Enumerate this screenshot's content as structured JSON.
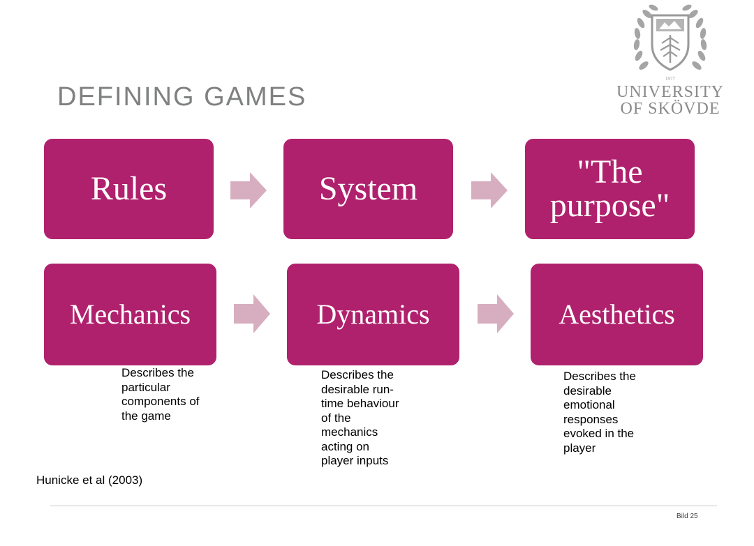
{
  "slide": {
    "title": "DEFINING GAMES",
    "citation": "Hunicke et al (2003)",
    "slide_number": "Bild 25"
  },
  "logo": {
    "icon": "university-crest-icon",
    "year": "1977",
    "line1": "UNIVERSITY",
    "line2": "OF SKÖVDE"
  },
  "colors": {
    "box": "#b0216d",
    "arrow": "#d7aec0",
    "title": "#7f8080"
  },
  "row1": {
    "box1": "Rules",
    "box2": "System",
    "box3_line1": "\"The",
    "box3_line2": "purpose\""
  },
  "row2": {
    "box1": "Mechanics",
    "box2": "Dynamics",
    "box3": "Aesthetics"
  },
  "descriptions": {
    "mechanics": [
      "Describes the",
      "particular",
      "components of",
      "the game"
    ],
    "dynamics": [
      "Describes the",
      "desirable run-",
      "time behaviour",
      "of the",
      "mechanics",
      "acting on",
      "player inputs"
    ],
    "aesthetics": [
      "Describes the",
      "desirable",
      "emotional",
      "responses",
      "evoked in the",
      "player"
    ]
  }
}
